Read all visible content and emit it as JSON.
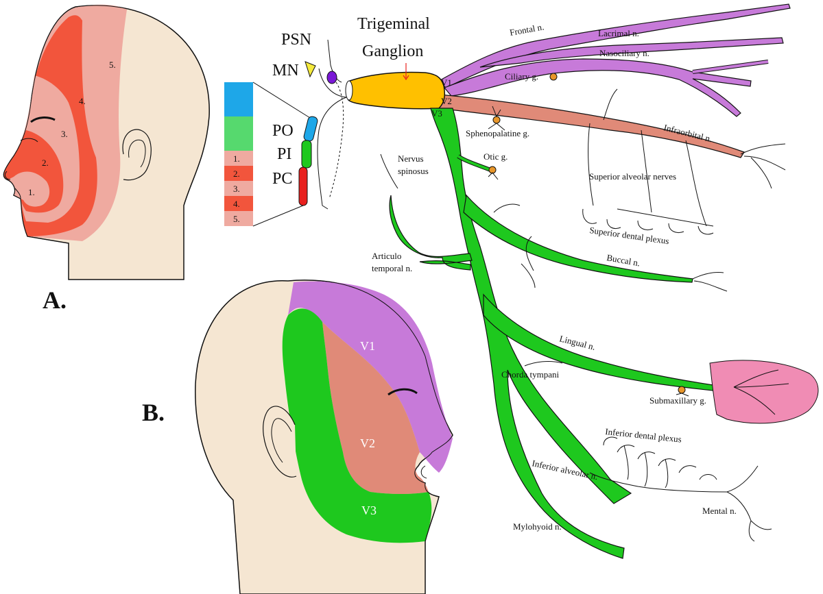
{
  "colors": {
    "v1": "#c77ad9",
    "v2": "#e08a78",
    "v3": "#1ec81e",
    "ganglion": "#ffc000",
    "skin": "#f5e6d2",
    "zone_light": "#efaaa0",
    "zone_dark": "#f2553c",
    "po": "#1ea7e8",
    "pi_box": "#56d96e",
    "tongue": "#f08cb4",
    "small_ganglion": "#e8962a"
  },
  "panels": {
    "a": "A.",
    "b": "B."
  },
  "panel_a": {
    "zones": [
      "1.",
      "2.",
      "3.",
      "4.",
      "5."
    ]
  },
  "legend": {
    "items": [
      "1.",
      "2.",
      "3.",
      "4.",
      "5."
    ]
  },
  "nuclei": {
    "psn": "PSN",
    "mn": "MN",
    "po": "PO",
    "pi": "PI",
    "pc": "PC"
  },
  "ganglion": {
    "title_line1": "Trigeminal",
    "title_line2": "Ganglion"
  },
  "divisions": {
    "v1": "V1",
    "v2": "V2",
    "v3": "V3"
  },
  "nerves": {
    "frontal": "Frontal n.",
    "lacrimal": "Lacrimal n.",
    "nasociliary": "Nasociliary n.",
    "ciliary": "Ciliary g.",
    "sphenopalatine": "Sphenopalatine g.",
    "infraorbital": "Infraorbital n.",
    "nervus_spinosus_1": "Nervus",
    "nervus_spinosus_2": "spinosus",
    "otic": "Otic g.",
    "superior_alveolar": "Superior alveolar nerves",
    "superior_dental": "Superior dental plexus",
    "articulo_1": "Articulo",
    "articulo_2": "temporal n.",
    "buccal": "Buccal n.",
    "lingual": "Lingual n.",
    "chorda": "Chorda tympani",
    "submaxillary": "Submaxillary g.",
    "inferior_dental": "Inferior dental plexus",
    "inferior_alveolar": "Inferior alveolar n.",
    "mental": "Mental n.",
    "mylohyoid": "Mylohyoid n."
  },
  "panel_b": {
    "v1": "V1",
    "v2": "V2",
    "v3": "V3"
  }
}
